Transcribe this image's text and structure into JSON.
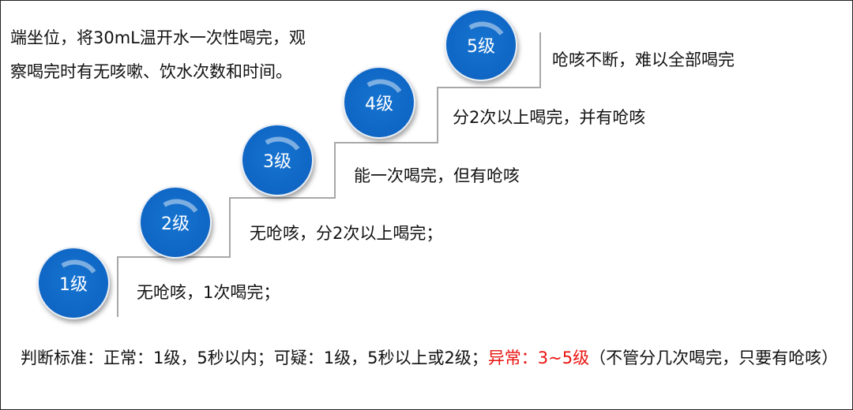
{
  "intro": "端坐位，将30mL温开水一次性喝完，观察喝完时有无咳嗽、饮水次数和时间。",
  "levels": [
    {
      "label": "1级",
      "desc": "无呛咳，1次喝完；"
    },
    {
      "label": "2级",
      "desc": "无呛咳，分2次以上喝完；"
    },
    {
      "label": "3级",
      "desc": "能一次喝完，但有呛咳"
    },
    {
      "label": "4级",
      "desc": "分2次以上喝完，并有呛咳"
    },
    {
      "label": "5级",
      "desc": "呛咳不断，难以全部喝完"
    }
  ],
  "criteria": {
    "prefix": "判断标准：正常：1级，5秒以内；可疑：1级，5秒以上或2级；",
    "abnormal": "异常：3~5级",
    "suffix": "（不管分几次喝完，只要有呛咳）"
  },
  "colors": {
    "circle": "#1170cc",
    "abnormal": "#e8130f",
    "stair": "#a8a8a8"
  }
}
